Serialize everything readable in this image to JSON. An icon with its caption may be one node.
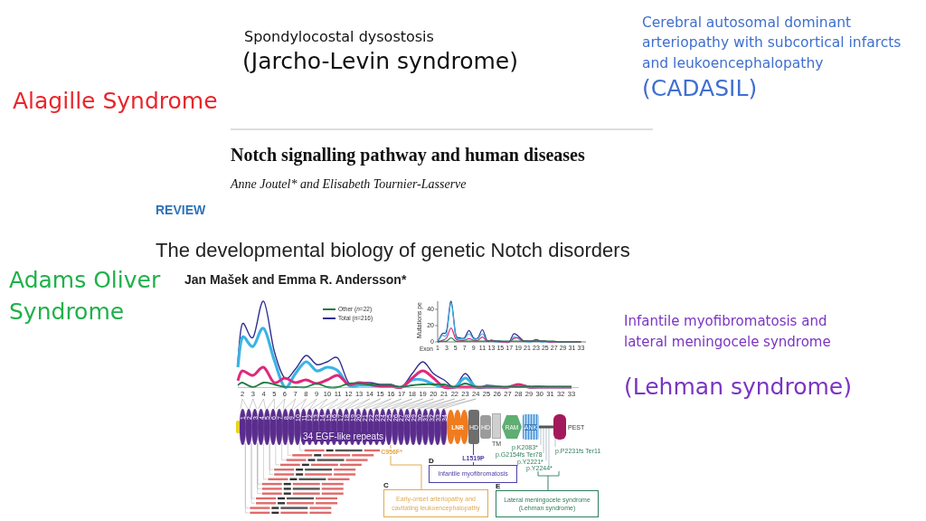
{
  "diagram": {
    "nodes": [
      {
        "text": [
          "34 EGF-like repeats"
        ]
      },
      {
        "text": [
          "LNR"
        ]
      },
      {
        "text": [
          "HD"
        ]
      },
      {
        "text": [
          "HD"
        ]
      },
      {
        "text": [
          "TM"
        ]
      },
      {
        "text": [
          "RAM"
        ]
      },
      {
        "text": [
          "ANK"
        ]
      },
      {
        "text": [
          "PEST"
        ]
      },
      {
        "text": [
          "D",
          "Infantile myofibromatosis"
        ]
      },
      {
        "text": [
          "C",
          "Early-onset arteriopathy and cavitating leukoencephalopathy"
        ]
      },
      {
        "text": [
          "E",
          "Lateral meningocele syndrome (Lehman syndrome)"
        ]
      }
    ],
    "edges": [
      {
        "from": 2,
        "to": 8,
        "arrow": "none",
        "label": "L1519P",
        "color": "#4b3fa6"
      },
      {
        "from": 0,
        "to": 9,
        "arrow": "none",
        "label": "C956F*",
        "color": "#e2a94e"
      },
      {
        "from": null,
        "to": 10,
        "arrow": "none",
        "color": "#2f7d5d"
      },
      {
        "from": 6,
        "to": 7,
        "arrow": "none",
        "style": "thick",
        "color": "#555555"
      }
    ],
    "labels": [
      "Spondylocostal dysostosis",
      "(Jarcho-Levin syndrome)",
      "Cerebral autosomal dominant arteriopathy with subcortical infarcts and leukoencephalopathy",
      "(CADASIL)",
      "Alagille Syndrome",
      "Notch signalling pathway and human diseases",
      "Anne Joutel*  and Elisabeth Tournier-Lasserve",
      "REVIEW",
      "The developmental biology of genetic Notch disorders",
      "Jan Mašek and Emma R. Andersson*",
      "Adams Oliver Syndrome",
      "Infantile myofibromatosis and lateral meningocele syndrome",
      "(Lehman syndrome)",
      "Mutations pe",
      "Exon",
      "0",
      "20",
      "40",
      "1",
      "3",
      "5",
      "7",
      "9",
      "11",
      "13",
      "15",
      "17",
      "19",
      "21",
      "23",
      "25",
      "27",
      "29",
      "31",
      "33",
      "2",
      "3",
      "4",
      "5",
      "6",
      "7",
      "8",
      "9",
      "10",
      "11",
      "12",
      "13",
      "14",
      "15",
      "16",
      "17",
      "18",
      "19",
      "20",
      "21",
      "22",
      "23",
      "24",
      "25",
      "26",
      "27",
      "28",
      "29",
      "30",
      "31",
      "32",
      "33",
      "1",
      "2",
      "3",
      "4",
      "5",
      "6",
      "7",
      "8",
      "9",
      "10",
      "11",
      "12",
      "13",
      "14",
      "15",
      "16",
      "17",
      "18",
      "19",
      "20",
      "21",
      "22",
      "23",
      "24",
      "25",
      "26",
      "27",
      "28",
      "29",
      "30",
      "31",
      "32",
      "33",
      "34",
      "p.K2083*",
      "p.G2154fs Ter78",
      "p.Y2221*",
      "p.Y2244*",
      "p.P2231fs Ter11"
    ],
    "legend": [
      {
        "text": "Other  (*n*=22)"
      },
      {
        "text": "Total (*n*=216)"
      }
    ]
  }
}
